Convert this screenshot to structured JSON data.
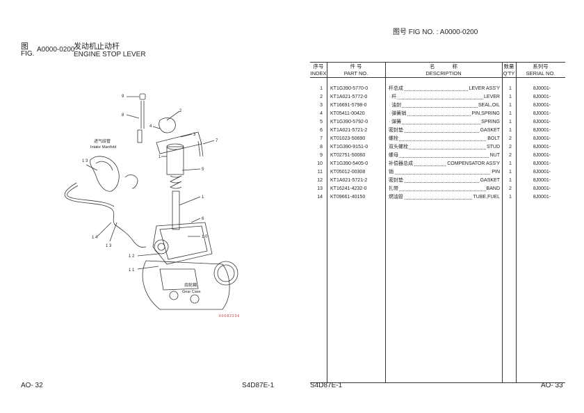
{
  "left_page": {
    "fig_label_cn": "图",
    "fig_label_en": "FIG.",
    "fig_no": "A0000-0200",
    "title_cn": "发动机止动杆",
    "title_en": "ENGINE STOP LEVER",
    "footer_left": "AO- 32",
    "footer_right": "S4D87E-1"
  },
  "right_page": {
    "header": "图号  FIG NO.  :  A0000-0200",
    "footer_left": "S4D87E-1",
    "footer_right": "AO- 33"
  },
  "diagram": {
    "labels": {
      "intake_cn": "进气歧管",
      "intake_en": "Intake Manifold",
      "gear_cn": "齿轮箱",
      "gear_en": "Gear Case",
      "code": "00082236"
    },
    "callouts": [
      "9",
      "8",
      "2",
      "4",
      "3",
      "7",
      "1",
      "5",
      "1",
      "6",
      "10",
      "12",
      "11",
      "13",
      "14",
      "13"
    ]
  },
  "table": {
    "headers": {
      "index_cn": "序号",
      "index_en": "INDEX",
      "part_cn": "件    号",
      "part_en": "PART NO.",
      "desc_cn": "名            称",
      "desc_en": "DESCRIPTION",
      "qty_cn": "数量",
      "qty_en": "Q'TY",
      "serial_cn": "系列号",
      "serial_en": "SERIAL NO."
    },
    "rows": [
      {
        "index": "1",
        "part": "KT1G390-5770-0",
        "desc_cn": "杆总成",
        "desc_en": "LEVER ASS'Y",
        "qty": "1",
        "serial": "8J0001-"
      },
      {
        "index": "2",
        "part": "KT1A021-5772-0",
        "desc_cn": "· 杆",
        "desc_en": "LEVER",
        "qty": "1",
        "serial": "8J0001-"
      },
      {
        "index": "3",
        "part": "KT16691-5798-0",
        "desc_cn": "· 油封",
        "desc_en": "SEAL,OIL",
        "qty": "1",
        "serial": "8J0001-"
      },
      {
        "index": "4",
        "part": "KT05411-00420",
        "desc_cn": "· 弹簧销",
        "desc_en": "PIN,SPRING",
        "qty": "1",
        "serial": "8J0001-"
      },
      {
        "index": "5",
        "part": "KT1G390-5792-0",
        "desc_cn": "· 弹簧",
        "desc_en": "SPRING",
        "qty": "1",
        "serial": "8J0001-"
      },
      {
        "index": "6",
        "part": "KT1A021-5721-2",
        "desc_cn": "密封垫",
        "desc_en": "GASKET",
        "qty": "1",
        "serial": "8J0001-"
      },
      {
        "index": "7",
        "part": "KT01023-50690",
        "desc_cn": "螺栓",
        "desc_en": "BOLT",
        "qty": "2",
        "serial": "8J0001-"
      },
      {
        "index": "8",
        "part": "KT1G390-9151-0",
        "desc_cn": "双头螺栓",
        "desc_en": "STUD",
        "qty": "2",
        "serial": "8J0001-"
      },
      {
        "index": "9",
        "part": "KT02751-50060",
        "desc_cn": "螺母",
        "desc_en": "NUT",
        "qty": "2",
        "serial": "8J0001-"
      },
      {
        "index": "10",
        "part": "KT1G390-5405-0",
        "desc_cn": "补偿器总成",
        "desc_en": "COMPENSATOR ASS'Y",
        "qty": "1",
        "serial": "8J0001-"
      },
      {
        "index": "11",
        "part": "KT05012-00308",
        "desc_cn": "销",
        "desc_en": "PIN",
        "qty": "1",
        "serial": "8J0001-"
      },
      {
        "index": "12",
        "part": "KT1A021-5721-2",
        "desc_cn": "密封垫",
        "desc_en": "GASKET",
        "qty": "1",
        "serial": "8J0001-"
      },
      {
        "index": "13",
        "part": "KT16241-4232-0",
        "desc_cn": "扎带",
        "desc_en": "BAND",
        "qty": "2",
        "serial": "8J0001-"
      },
      {
        "index": "14",
        "part": "KT09661-40150",
        "desc_cn": "燃油管",
        "desc_en": "TUBE,FUEL",
        "qty": "1",
        "serial": "8J0001-"
      }
    ]
  }
}
